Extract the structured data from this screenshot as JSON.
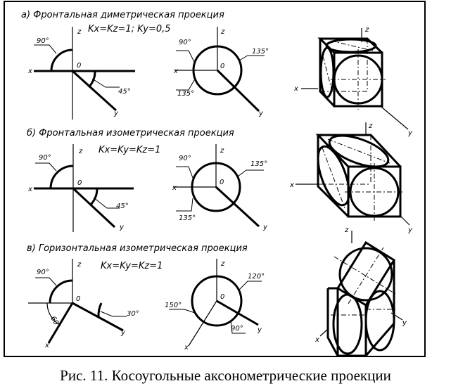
{
  "sections": [
    {
      "title": "а) Фронтальная диметрическая проекция",
      "coeffs": "Kx=Kz=1; Ky=0,5",
      "axes": {
        "x": "x",
        "y": "y",
        "z": "z",
        "o": "0"
      },
      "angles": {
        "zx": "90°",
        "xy": "45°",
        "circle_left": "90°",
        "circle_low": "135°",
        "circle_right": "135°"
      }
    },
    {
      "title": "б) Фронтальная изометрическая проекция",
      "coeffs": "Kx=Ky=Kz=1",
      "axes": {
        "x": "x",
        "y": "y",
        "z": "z",
        "o": "0"
      },
      "angles": {
        "zx": "90°",
        "xy": "45°",
        "circle_left": "90°",
        "circle_low": "135°",
        "circle_right": "135°"
      }
    },
    {
      "title": "в) Горизонтальная изометрическая проекция",
      "coeffs": "Kx=Ky=Kz=1",
      "axes": {
        "x": "x",
        "y": "y",
        "z": "z",
        "o": "0"
      },
      "angles": {
        "zx": "90°",
        "x_down": "60°",
        "xy": "30°",
        "circle_left": "150°",
        "circle_low": "90°",
        "circle_right": "120°"
      }
    }
  ],
  "caption": "Рис. 11. Косоугольные аксонометрические проекции"
}
